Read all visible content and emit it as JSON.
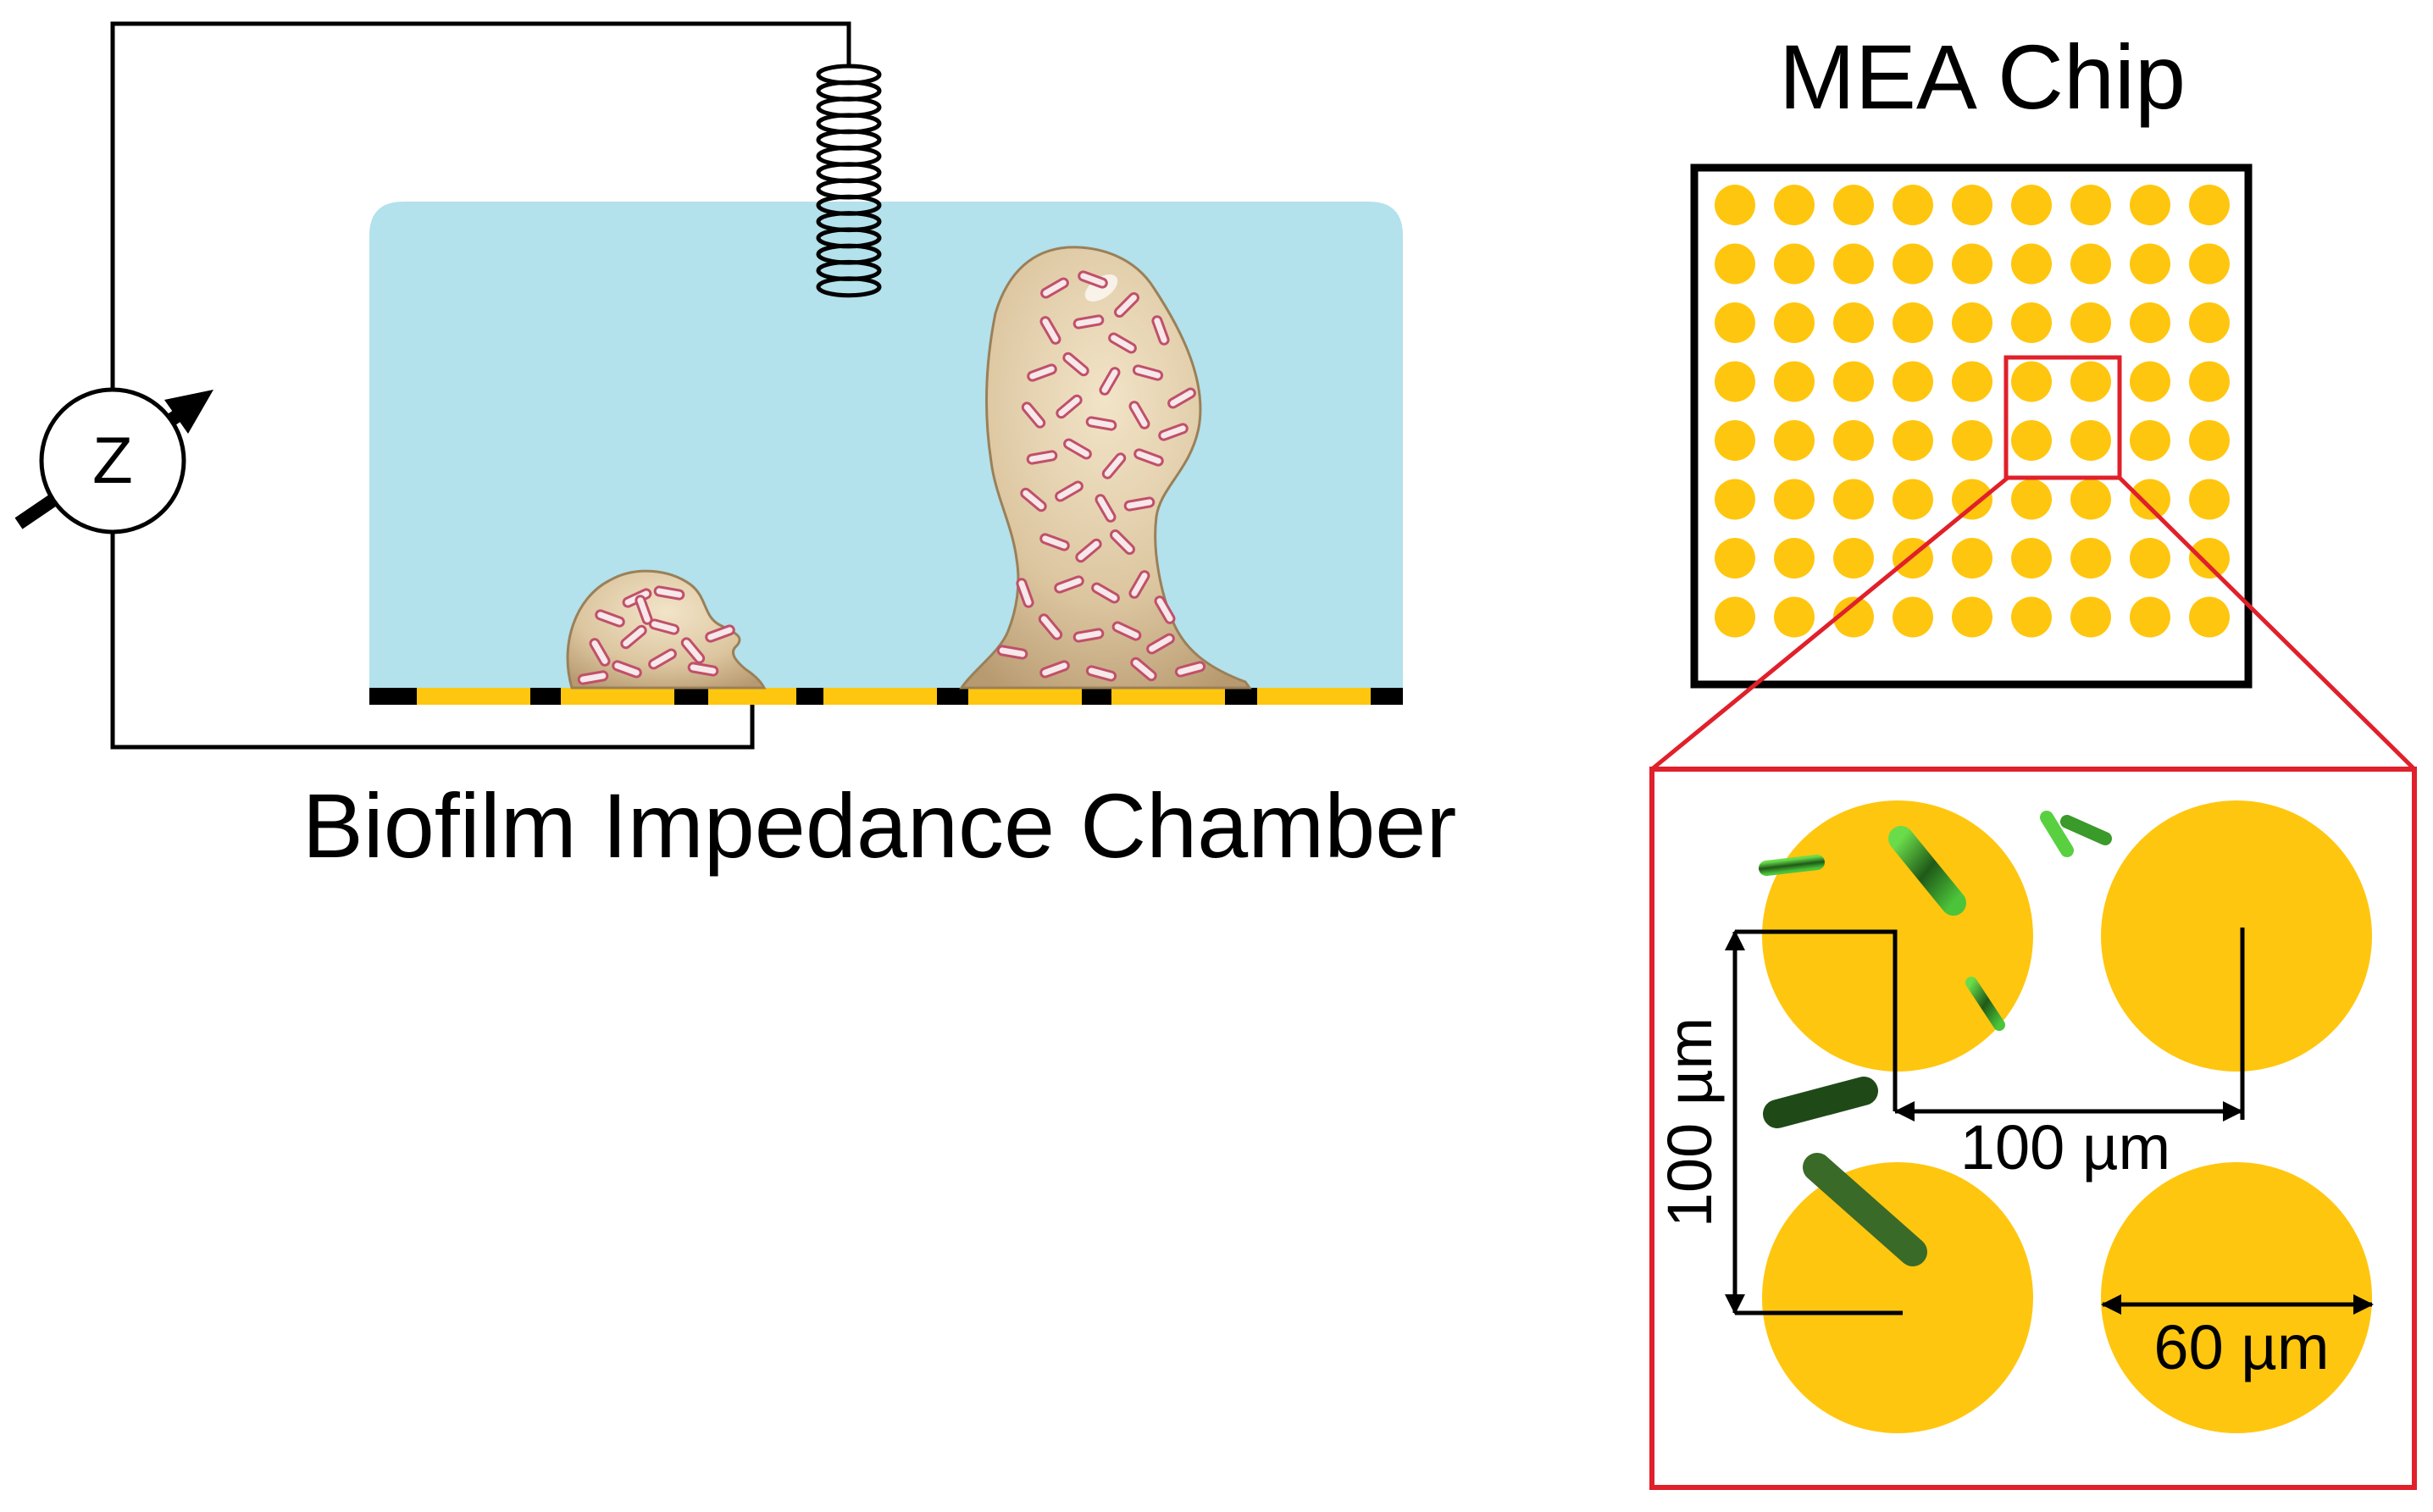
{
  "chamber": {
    "title": "Biofilm Impedance Chamber",
    "meter_symbol": "Z"
  },
  "chip": {
    "title": "MEA Chip",
    "grid_rows": 8,
    "grid_cols": 9
  },
  "zoom": {
    "spacing_vertical_label": "100 µm",
    "spacing_horizontal_label": "100 µm",
    "diameter_label": "60 µm"
  },
  "colors": {
    "medium": "#b3e1ec",
    "electrode": "#ffc60f",
    "biofilm": "#dcc6a0",
    "biofilm_edge": "#a08660",
    "bacteria": "#c0506a",
    "zoom_box": "#e0202a",
    "gfp_bacteria": "#2a7a20",
    "wire": "#000000"
  }
}
